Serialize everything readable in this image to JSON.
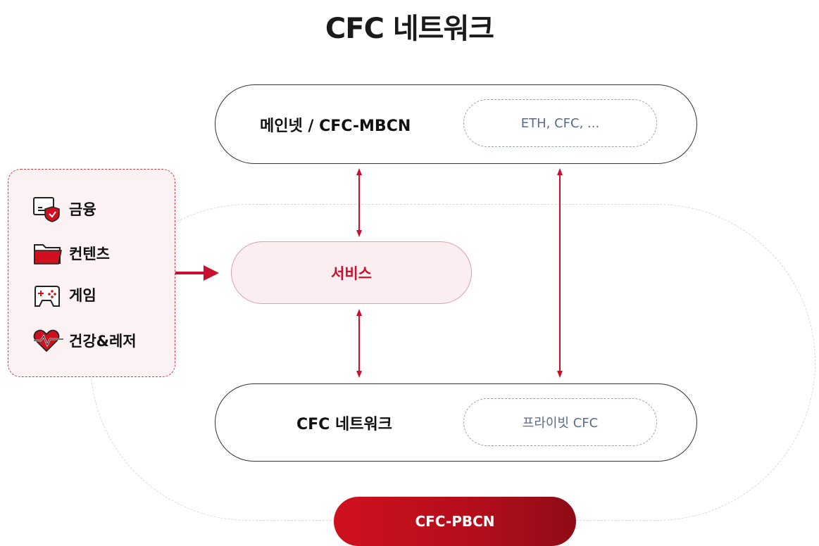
{
  "title": "CFC 네트워크",
  "mainnet": {
    "label": "메인넷 / CFC-MBCN",
    "tokens": "ETH, CFC, ..."
  },
  "service": {
    "label": "서비스"
  },
  "cfc_network": {
    "label": "CFC 네트워크",
    "private": "프라이빗 CFC"
  },
  "pbcn": {
    "label": "CFC-PBCN"
  },
  "categories": [
    {
      "label": "금융",
      "icon": "finance-icon"
    },
    {
      "label": "컨텐츠",
      "icon": "folder-icon"
    },
    {
      "label": "게임",
      "icon": "gamepad-icon"
    },
    {
      "label": "건강&레저",
      "icon": "heart-pulse-icon"
    }
  ],
  "colors": {
    "accent": "#c8102e",
    "service_bg": "#fbeef0",
    "inner_text": "#5b6b8c"
  }
}
